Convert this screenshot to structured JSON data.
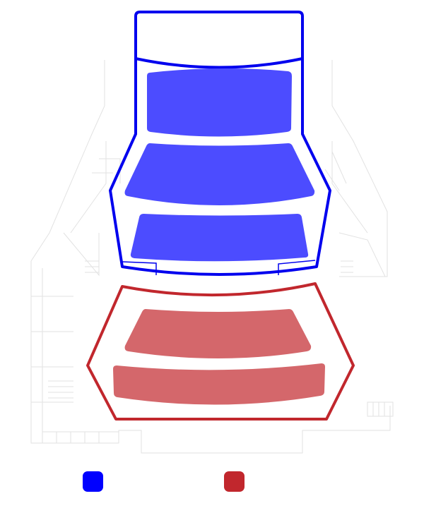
{
  "map": {
    "zones": [
      {
        "id": "upper",
        "color": "#0000ee",
        "fill": "#4c4cff",
        "sections": 3
      },
      {
        "id": "lower",
        "color": "#c1272d",
        "fill": "#d4676b",
        "sections": 2
      }
    ],
    "background_line_color": "#dddddd"
  },
  "legend": [
    {
      "color": "#0000ff"
    },
    {
      "color": "#c1272d"
    }
  ]
}
